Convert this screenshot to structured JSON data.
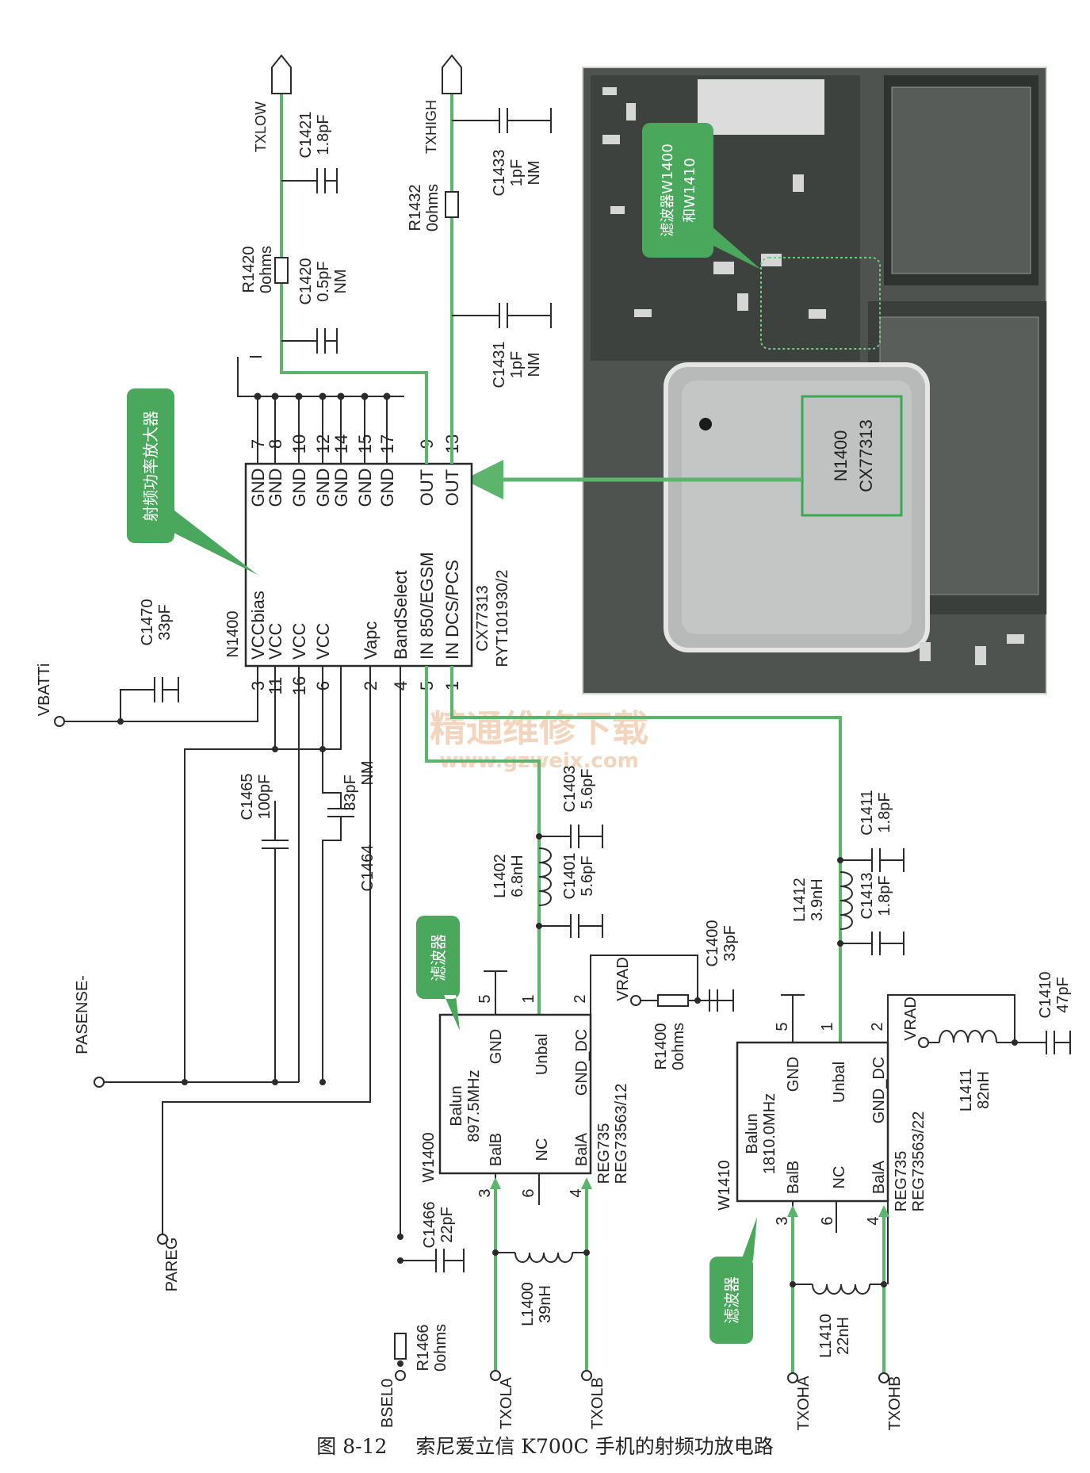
{
  "caption": {
    "figure": "图 8-12",
    "title": "索尼爱立信 K700C 手机的射频功放电路"
  },
  "chip": {
    "ref": "N1400",
    "part": "CX77313",
    "part2": "RYT101930/2"
  },
  "pa_pins_top": [
    {
      "num": "7",
      "name": "GND"
    },
    {
      "num": "8",
      "name": "GND"
    },
    {
      "num": "10",
      "name": "GND"
    },
    {
      "num": "12",
      "name": "GND"
    },
    {
      "num": "14",
      "name": "GND"
    },
    {
      "num": "15",
      "name": "GND"
    },
    {
      "num": "17",
      "name": "GND"
    },
    {
      "num": "9",
      "name": "OUT"
    },
    {
      "num": "13",
      "name": "OUT"
    }
  ],
  "pa_pins_bottom": [
    {
      "num": "3",
      "name": "VCCbias"
    },
    {
      "num": "11",
      "name": "VCC"
    },
    {
      "num": "16",
      "name": "VCC"
    },
    {
      "num": "6",
      "name": "VCC"
    },
    {
      "num": "2",
      "name": "Vapc"
    },
    {
      "num": "4",
      "name": "BandSelect"
    },
    {
      "num": "5",
      "name": "IN 850/EGSM"
    },
    {
      "num": "1",
      "name": "IN DCS/PCS"
    }
  ],
  "ports": {
    "txlow": "TXLOW",
    "txhigh": "TXHIGH",
    "vbatt": "VBATTi",
    "pasense": "PASENSE-",
    "pareg": "PAREG",
    "bsel": "BSEL0",
    "txola": "TXOLA",
    "txolb": "TXOLB",
    "txoha": "TXOHA",
    "txohb": "TXOHB",
    "vrad1": "VRAD",
    "vrad2": "VRAD"
  },
  "parts": {
    "c1421": [
      "C1421",
      "1.8pF"
    ],
    "r1420": [
      "R1420",
      "0ohms"
    ],
    "c1420": [
      "C1420",
      "0.5pF",
      "NM"
    ],
    "c1433": [
      "C1433",
      "1pF",
      "NM"
    ],
    "r1432": [
      "R1432",
      "0ohms"
    ],
    "c1431": [
      "C1431",
      "1pF",
      "NM"
    ],
    "c1470": [
      "C1470",
      "33pF"
    ],
    "c1465": [
      "C1465",
      "100pF"
    ],
    "c1464": [
      "C1464",
      "33pF",
      "NM"
    ],
    "c1403": [
      "C1403",
      "5.6pF"
    ],
    "l1402": [
      "L1402",
      "6.8nH"
    ],
    "c1401": [
      "C1401",
      "5.6pF"
    ],
    "c1400": [
      "C1400",
      "33pF"
    ],
    "r1400": [
      "R1400",
      "0ohms"
    ],
    "c1411": [
      "C1411",
      "1.8pF"
    ],
    "l1412": [
      "L1412",
      "3.9nH"
    ],
    "c1413": [
      "C1413",
      "1.8pF"
    ],
    "c1410": [
      "C1410",
      "47pF"
    ],
    "l1411": [
      "L1411",
      "82nH"
    ],
    "c1466": [
      "C1466",
      "22pF"
    ],
    "l1400": [
      "L1400",
      "39nH"
    ],
    "r1466": [
      "R1466",
      "0ohms"
    ],
    "l1410": [
      "L1410",
      "22nH"
    ]
  },
  "baluns": {
    "w1400": {
      "ref": "W1400",
      "type": "Balun",
      "freq": "897.5MHz",
      "part1": "REG735",
      "part2": "REG73563/12",
      "pins": [
        "GND",
        "Unbal",
        "GND_DC",
        "BalB",
        "NC",
        "BalA"
      ],
      "nums": [
        "5",
        "1",
        "2",
        "3",
        "6",
        "4"
      ]
    },
    "w1410": {
      "ref": "W1410",
      "type": "Balun",
      "freq": "1810.0MHz",
      "part1": "REG735",
      "part2": "REG73563/22",
      "pins": [
        "GND",
        "Unbal",
        "GND_DC",
        "BalB",
        "NC",
        "BalA"
      ],
      "nums": [
        "5",
        "1",
        "2",
        "3",
        "6",
        "4"
      ]
    }
  },
  "callouts": {
    "pa": "射频功率放大器",
    "filter1": "滤波器",
    "filter2": "滤波器",
    "photo_filter": [
      "滤波器W1400",
      "和W1410"
    ]
  },
  "photo_label": [
    "N1400",
    "CX77313"
  ],
  "watermark": {
    "cn": "精通维修下载",
    "url": "www.gzweix.com"
  },
  "colors": {
    "net": "#5db46c",
    "line": "#2b2b2b",
    "callout": "#4aa85c",
    "photo_bg": "#5a5e5a",
    "shield": "#b9bcbb"
  }
}
